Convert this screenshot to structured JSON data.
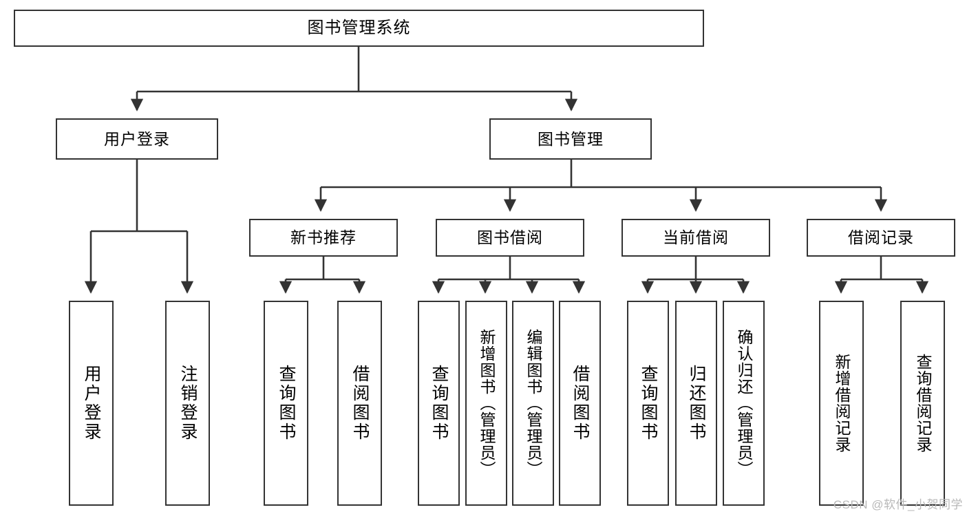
{
  "diagram": {
    "title": "图书管理系统",
    "type": "tree-hierarchy",
    "colors": {
      "box_border": "#333333",
      "box_fill": "#ffffff",
      "connector": "#333333",
      "background": "#ffffff",
      "watermark": "#b8b8b8"
    },
    "root": {
      "label": "图书管理系统"
    },
    "level1": [
      {
        "label": "用户登录"
      },
      {
        "label": "图书管理"
      }
    ],
    "level2": [
      {
        "label": "新书推荐"
      },
      {
        "label": "图书借阅"
      },
      {
        "label": "当前借阅"
      },
      {
        "label": "借阅记录"
      }
    ],
    "leaves": {
      "user_login": [
        {
          "label": "用户登录"
        },
        {
          "label": "注销登录"
        }
      ],
      "new_book_recommend": [
        {
          "label": "查询图书"
        },
        {
          "label": "借阅图书"
        }
      ],
      "book_borrow": [
        {
          "label": "查询图书"
        },
        {
          "label": "新增图书（管理员）"
        },
        {
          "label": "编辑图书（管理员）"
        },
        {
          "label": "借阅图书"
        }
      ],
      "current_borrow": [
        {
          "label": "查询图书"
        },
        {
          "label": "归还图书"
        },
        {
          "label": "确认归还（管理员）"
        }
      ],
      "borrow_record": [
        {
          "label": "新增借阅记录"
        },
        {
          "label": "查询借阅记录"
        }
      ]
    }
  },
  "watermark": {
    "text": "CSDN @软件_小贺同学"
  }
}
